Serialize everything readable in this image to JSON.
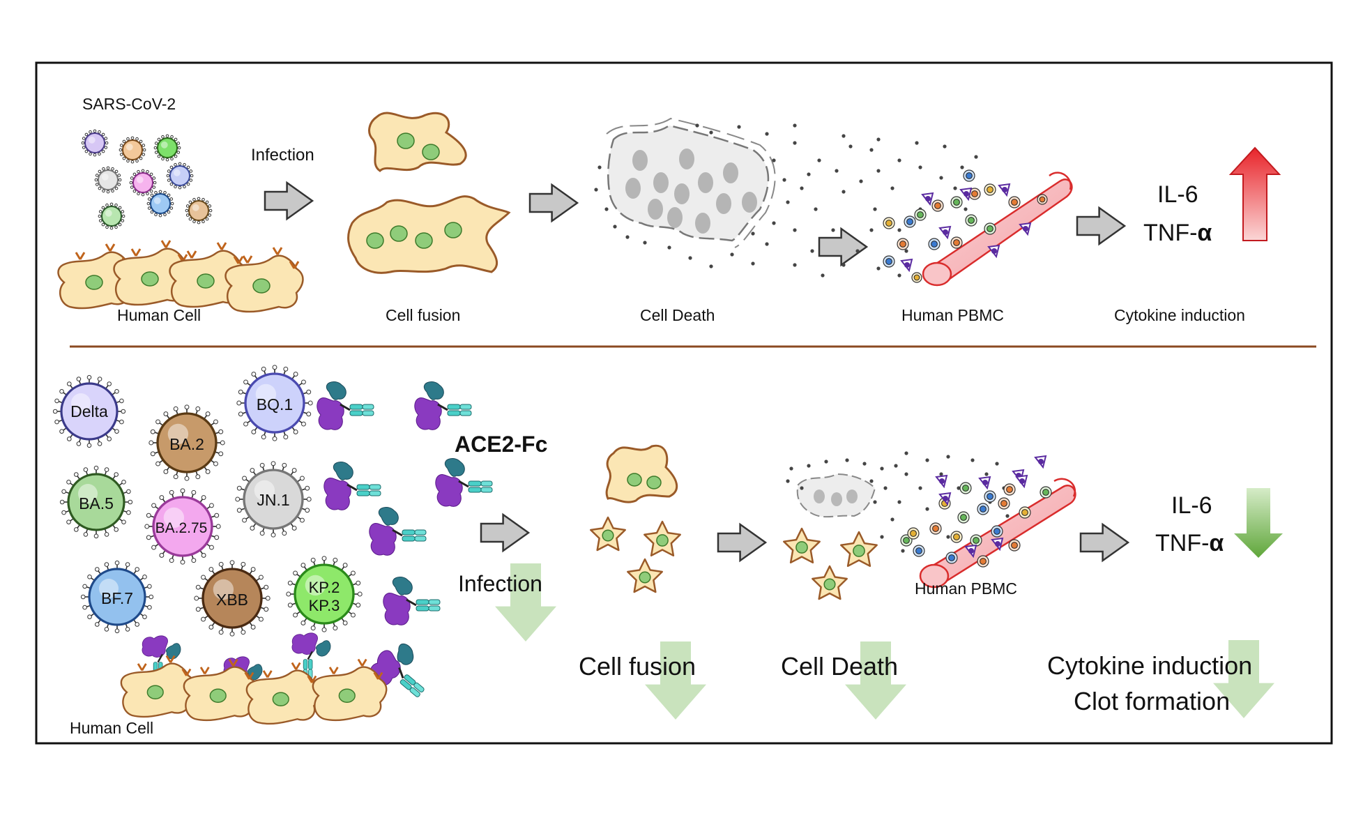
{
  "top": {
    "virus_label": "SARS-CoV-2",
    "infection": "Infection",
    "human_cell": "Human Cell",
    "cell_fusion": "Cell fusion",
    "cell_death": "Cell Death",
    "pbmc": "Human PBMC",
    "cytokine": "Cytokine induction",
    "il6": "IL-6",
    "tnf_prefix": "TNF-",
    "tnf_greek": "α"
  },
  "bottom": {
    "variants": [
      "Delta",
      "BA.2",
      "BQ.1",
      "BA.5",
      "BA.2.75",
      "JN.1",
      "BF.7",
      "XBB",
      "KP.2",
      "KP.3"
    ],
    "ace2": "ACE2-Fc",
    "infection": "Infection",
    "human_cell": "Human Cell",
    "pbmc": "Human PBMC",
    "cell_fusion": "Cell fusion",
    "cell_death": "Cell Death",
    "cytokine": "Cytokine induction",
    "clot": "Clot formation",
    "il6": "IL-6",
    "tnf_prefix": "TNF-",
    "tnf_greek": "α"
  },
  "colors": {
    "frame": "#111111",
    "divider": "#8b4a22",
    "up_arrow": "#e8242a",
    "down_arrow": "#6aaa43",
    "faded_arrow": "#c9e3bd",
    "cell_fill": "#fbe6b4",
    "cell_stroke": "#9a5a28",
    "nucleus": "#8fcc7a",
    "vessel": "#f6b4b8",
    "vessel_stroke": "#d92c2c"
  }
}
